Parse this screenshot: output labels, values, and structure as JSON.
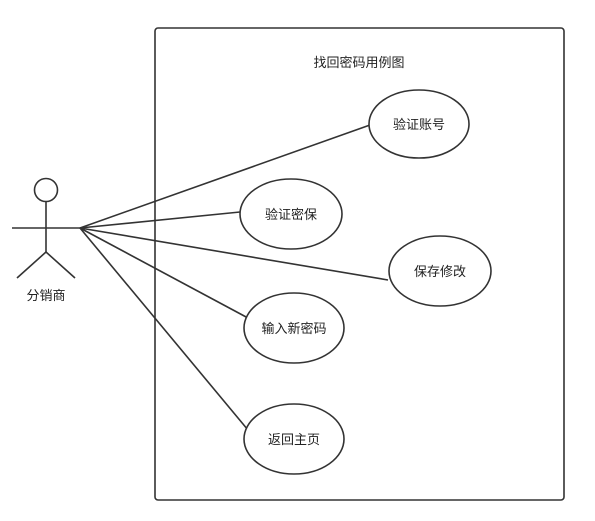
{
  "diagram": {
    "system_title": "找回密码用例图",
    "actor": {
      "name": "分销商"
    },
    "use_cases": [
      {
        "label": "验证账号"
      },
      {
        "label": "验证密保"
      },
      {
        "label": "保存修改"
      },
      {
        "label": "输入新密码"
      },
      {
        "label": "返回主页"
      }
    ],
    "colors": {
      "stroke": "#333333",
      "text": "#222222",
      "background": "#ffffff"
    }
  }
}
